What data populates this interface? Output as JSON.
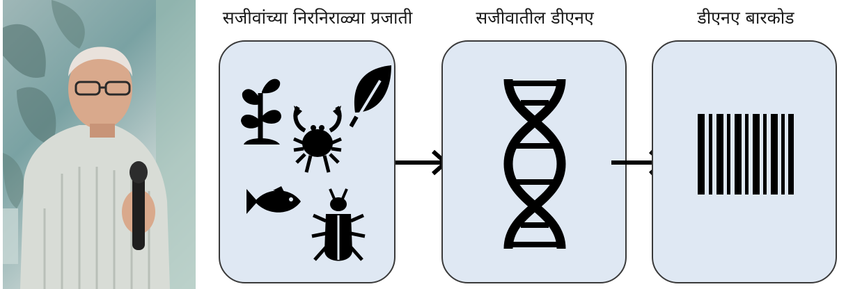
{
  "photo": {
    "alt_description": "",
    "colors": {
      "backdrop": "#7aa2a3",
      "shirt": "#d8dcd6",
      "skin": "#d9a98c"
    }
  },
  "steps": [
    {
      "title": "सजीवांच्या निरनिराळ्या प्रजाती"
    },
    {
      "title": "सजीवातील डीएनए"
    },
    {
      "title": "डीएनए बारकोड"
    }
  ],
  "icons": {
    "species": [
      "plant-icon",
      "crab-icon",
      "leaf-icon",
      "fish-icon",
      "beetle-icon"
    ],
    "dna": "dna-helix-icon",
    "barcode": "barcode-icon"
  },
  "colors": {
    "box_fill": "#dfe8f3",
    "box_border": "#3a3a3a",
    "ink": "#000000"
  }
}
